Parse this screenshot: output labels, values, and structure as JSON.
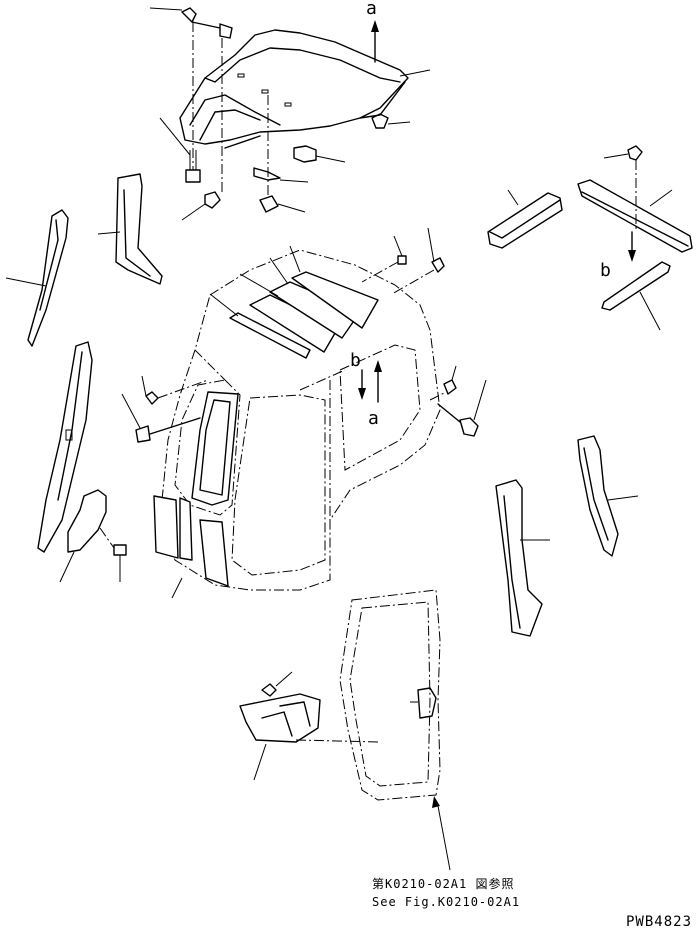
{
  "callouts": {
    "a": "a",
    "b": "b"
  },
  "reference_note_jp": "第K0210-02A1 図参照",
  "reference_note_en": "See Fig.K0210-02A1",
  "drawing_code": "PWB4823"
}
